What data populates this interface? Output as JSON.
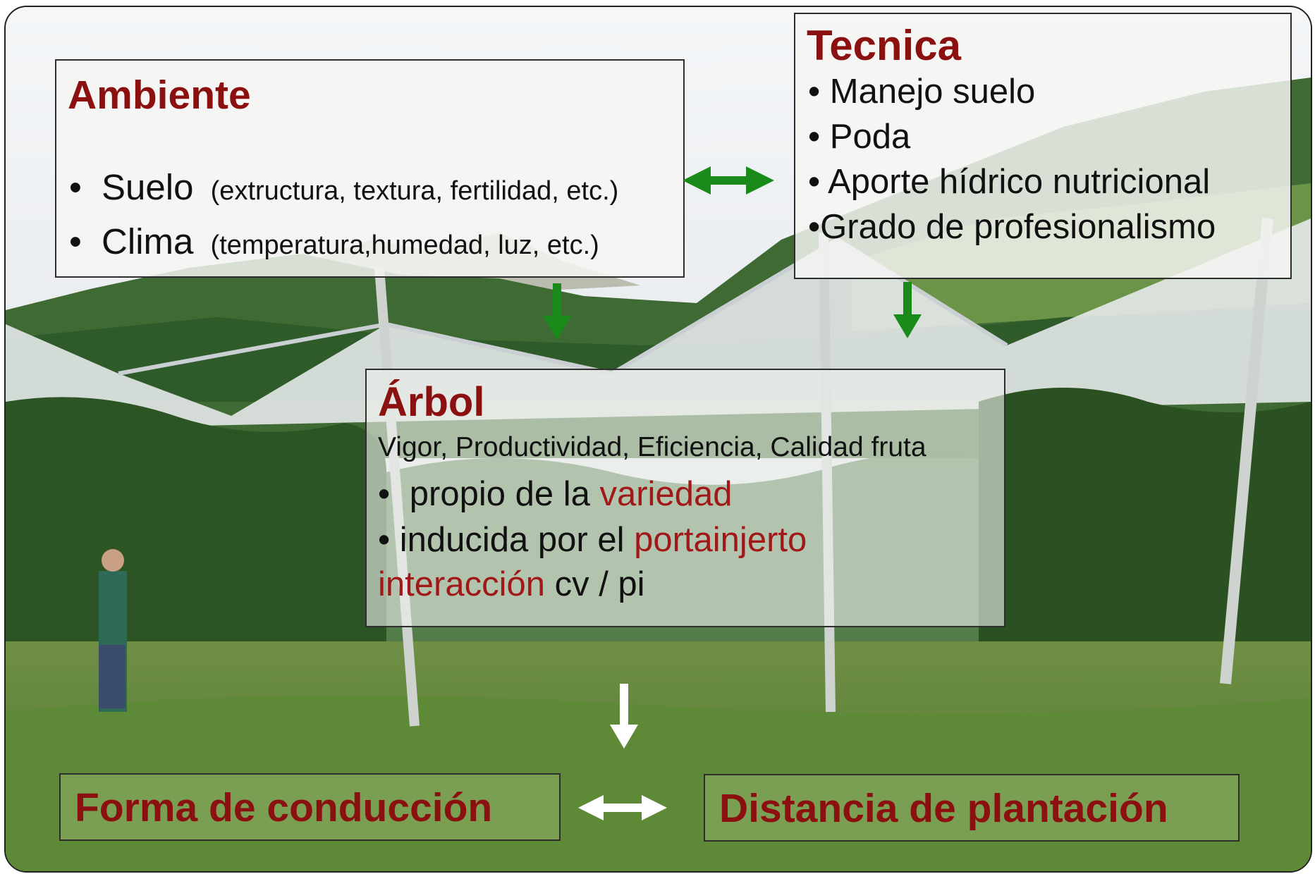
{
  "ambiente": {
    "title": "Ambiente",
    "items": [
      {
        "label": "Suelo",
        "detail": "(extructura, textura, fertilidad, etc.)"
      },
      {
        "label": "Clima",
        "detail": "(temperatura,humedad, luz, etc.)"
      }
    ]
  },
  "tecnica": {
    "title": "Tecnica",
    "items": [
      "• Manejo suelo",
      "• Poda",
      "• Aporte hídrico nutricional",
      "•Grado de profesionalismo"
    ]
  },
  "arbol": {
    "title": "Árbol",
    "subtitle": "Vigor, Productividad, Eficiencia, Calidad fruta",
    "line1_pre": "propio de la ",
    "line1_red": "variedad",
    "line2_pre": "• inducida por el ",
    "line2_red": "portainjerto",
    "line3_red": "interacción",
    "line3_post": " cv / pi"
  },
  "outputs": {
    "forma": "Forma de conducción",
    "distancia": "Distancia de plantación"
  },
  "colors": {
    "title_red": "#8b1010",
    "arrow_green": "#1a8a1a",
    "arrow_white": "#ffffff"
  }
}
